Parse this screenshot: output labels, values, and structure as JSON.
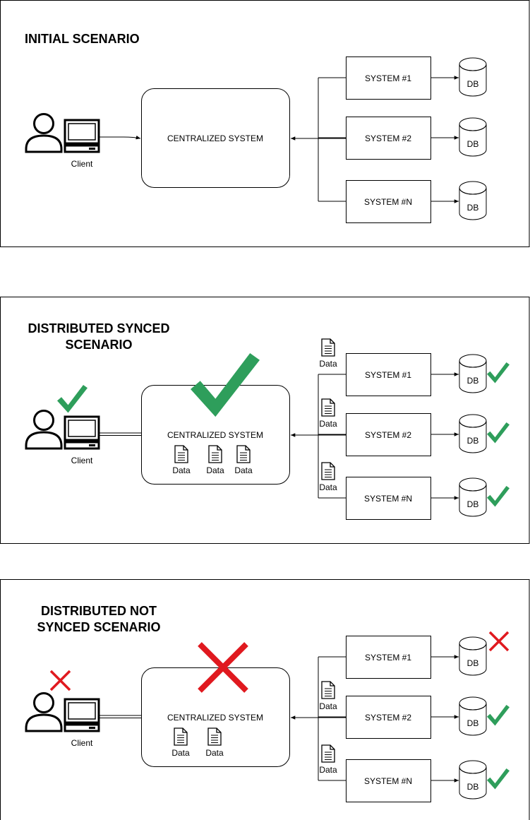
{
  "colors": {
    "check": "#2e9e5b",
    "cross": "#e0191f",
    "stroke": "#000000"
  },
  "panels": [
    {
      "title_lines": [
        "INITIAL SCENARIO"
      ],
      "client_label": "Client",
      "central_label": "CENTRALIZED SYSTEM",
      "central_docs": [],
      "systems": [
        {
          "label": "SYSTEM #1",
          "db": "DB",
          "doc_label": null,
          "db_status": null
        },
        {
          "label": "SYSTEM #2",
          "db": "DB",
          "doc_label": null,
          "db_status": null
        },
        {
          "label": "SYSTEM #N",
          "db": "DB",
          "doc_label": null,
          "db_status": null
        }
      ],
      "central_status": null,
      "client_status": null
    },
    {
      "title_lines": [
        "DISTRIBUTED SYNCED",
        "SCENARIO"
      ],
      "client_label": "Client",
      "central_label": "CENTRALIZED SYSTEM",
      "central_docs": [
        "Data",
        "Data",
        "Data"
      ],
      "systems": [
        {
          "label": "SYSTEM #1",
          "db": "DB",
          "doc_label": "Data",
          "db_status": "check"
        },
        {
          "label": "SYSTEM #2",
          "db": "DB",
          "doc_label": "Data",
          "db_status": "check"
        },
        {
          "label": "SYSTEM #N",
          "db": "DB",
          "doc_label": "Data",
          "db_status": "check"
        }
      ],
      "central_status": "check",
      "client_status": "check"
    },
    {
      "title_lines": [
        "DISTRIBUTED NOT",
        "SYNCED SCENARIO"
      ],
      "client_label": "Client",
      "central_label": "CENTRALIZED SYSTEM",
      "central_docs": [
        "Data",
        "Data"
      ],
      "systems": [
        {
          "label": "SYSTEM #1",
          "db": "DB",
          "doc_label": null,
          "db_status": "cross"
        },
        {
          "label": "SYSTEM #2",
          "db": "DB",
          "doc_label": "Data",
          "db_status": "check"
        },
        {
          "label": "SYSTEM #N",
          "db": "DB",
          "doc_label": "Data",
          "db_status": "check"
        }
      ],
      "central_status": "cross",
      "client_status": "cross"
    }
  ]
}
